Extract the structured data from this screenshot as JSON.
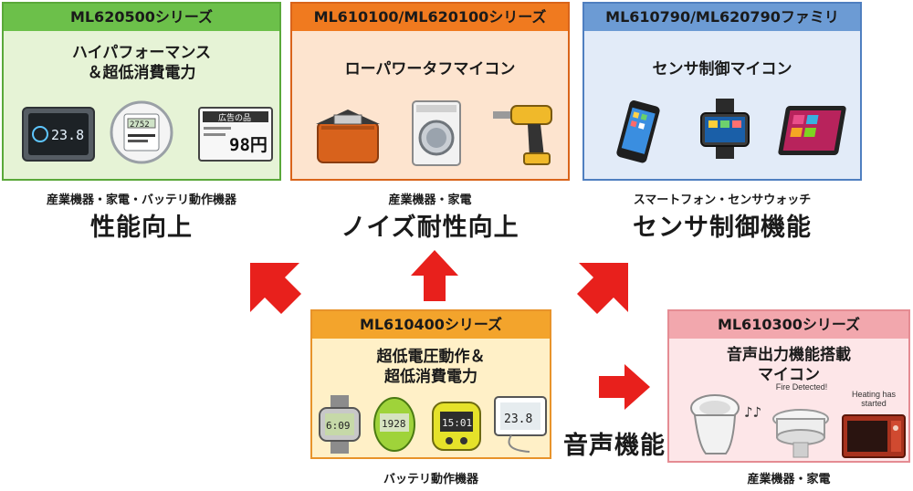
{
  "boxes": {
    "ml620500": {
      "title": "ML620500シリーズ",
      "subtitle_line1": "ハイパフォーマンス",
      "subtitle_line2": "＆超低消費電力",
      "caption": "産業機器・家電・バッテリ動作機器",
      "benefit": "性能向上",
      "device_texts": {
        "thermostat": "23.8",
        "meter": "2752",
        "price_header": "広告の品",
        "price": "98円"
      }
    },
    "ml610100": {
      "title": "ML610100/ML620100シリーズ",
      "subtitle": "ローパワータフマイコン",
      "caption": "産業機器・家電",
      "benefit": "ノイズ耐性向上"
    },
    "ml610790": {
      "title": "ML610790/ML620790ファミリ",
      "subtitle": "センサ制御マイコン",
      "caption": "スマートフォン・センサウォッチ",
      "benefit": "センサ制御機能"
    },
    "ml610400": {
      "title": "ML610400シリーズ",
      "subtitle_line1": "超低電圧動作＆",
      "subtitle_line2": "超低消費電力",
      "caption": "バッテリ動作機器",
      "device_texts": {
        "watch": "6:09",
        "pedometer": "1928",
        "timer": "15:01",
        "thermometer": "23.8"
      }
    },
    "ml610300": {
      "title": "ML610300シリーズ",
      "subtitle_line1": "音声出力機能搭載",
      "subtitle_line2": "マイコン",
      "caption": "産業機器・家電",
      "bubble_fire": "Fire Detected!",
      "bubble_heating_1": "Heating has",
      "bubble_heating_2": "started"
    }
  },
  "voice_label": "音声機能",
  "colors": {
    "green_header": "#6cc04a",
    "green_body": "#e6f3d6",
    "orange_header": "#f07a1f",
    "orange_body": "#fde4cf",
    "blue_header": "#6c9bd4",
    "blue_body": "#e2ebf8",
    "yellow_header": "#f3a42c",
    "yellow_body": "#fff0c7",
    "pink_header": "#f2a7ad",
    "pink_body": "#fde6e8",
    "arrow": "#e8201c"
  }
}
